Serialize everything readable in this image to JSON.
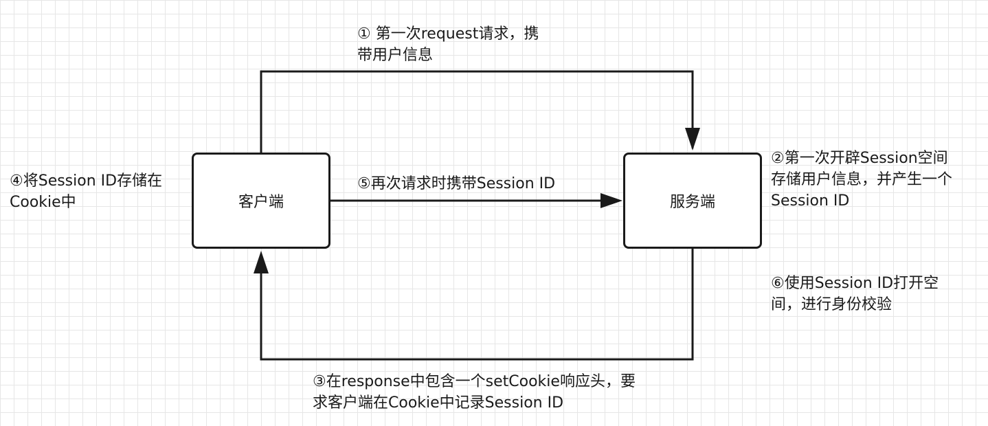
{
  "nodes": {
    "client": "客户端",
    "server": "服务端"
  },
  "steps": {
    "step1": "① 第一次request请求，携\n带用户信息",
    "step2": "②第一次开辟Session空间\n存储用户信息，并产生一个\nSession ID",
    "step3": "③在response中包含一个setCookie响应头，要\n求客户端在Cookie中记录Session ID",
    "step4": "④将Session ID存储在\nCookie中",
    "step5": "⑤再次请求时携带Session ID",
    "step6": "⑥使用Session ID打开空\n间，进行身份校验"
  },
  "colors": {
    "stroke": "#1a1a1a",
    "grid": "#e6e6e6",
    "background": "#ffffff"
  }
}
